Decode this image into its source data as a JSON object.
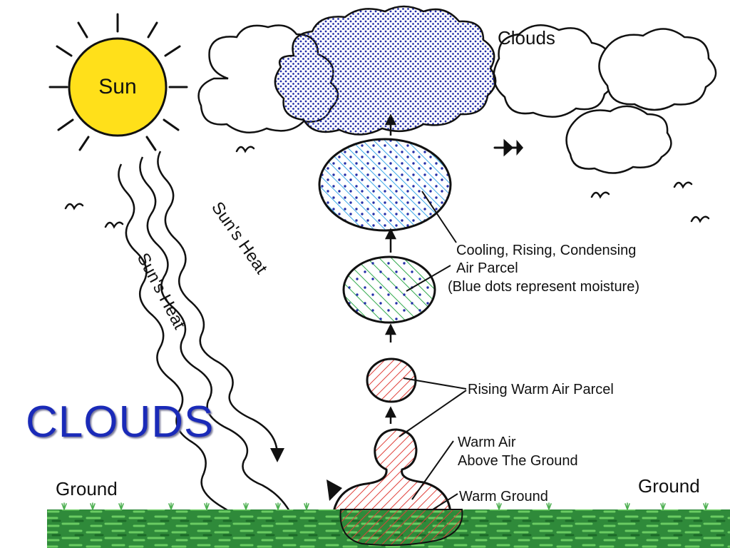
{
  "title": "CLOUDS",
  "labels": {
    "sun": "Sun",
    "clouds": "Clouds",
    "suns_heat_1": "Sun's Heat",
    "suns_heat_2": "Sun's Heat",
    "cooling_line1": "Cooling, Rising, Condensing",
    "cooling_line2": "Air Parcel",
    "cooling_line3": "(Blue dots represent moisture)",
    "rising_warm": "Rising Warm Air Parcel",
    "warm_air_line1": "Warm Air",
    "warm_air_line2": "Above The Ground",
    "warm_ground": "Warm Ground",
    "ground_left": "Ground",
    "ground_right": "Ground"
  },
  "colors": {
    "sun_fill": "#ffe01a",
    "grass": "#2f8a3a",
    "grass_light": "#5fbf5a",
    "warm_hatch": "#e0403a",
    "cool_hatch": "#3aa8e8",
    "green_hatch": "#2ea84a",
    "moisture_dots": "#2430a8",
    "title": "#1a2ab8"
  }
}
